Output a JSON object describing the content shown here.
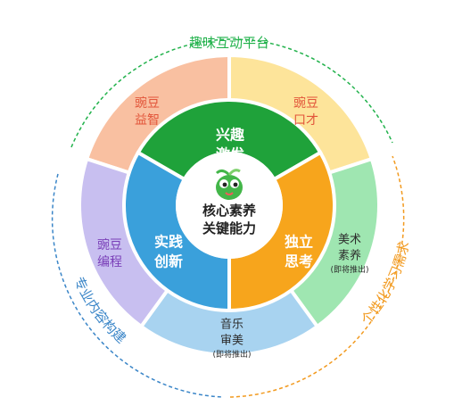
{
  "outer_ring": {
    "top": "趣味互动平台",
    "left": "专业内容构建",
    "right": "个性化学习需求"
  },
  "center": {
    "line1": "核心素养",
    "line2": "关键能力"
  },
  "inner_ring": {
    "top": {
      "line1": "兴趣",
      "line2": "激发"
    },
    "right": {
      "line1": "独立",
      "line2": "思考"
    },
    "left": {
      "line1": "实践",
      "line2": "创新"
    }
  },
  "middle_ring": {
    "top_left": {
      "line1": "豌豆",
      "line2": "益智"
    },
    "top_right": {
      "line1": "豌豆",
      "line2": "口才"
    },
    "left": {
      "line1": "豌豆",
      "line2": "编程"
    },
    "right": {
      "line1": "美术",
      "line2": "素养",
      "note": "(即将推出)"
    },
    "bottom": {
      "line1": "音乐",
      "line2": "审美",
      "note": "(即将推出)"
    }
  },
  "colors": {
    "top_platform": "#22b24c",
    "left_platform": "#3b86c8",
    "right_platform": "#f29a1f",
    "inner_green": "#1fa23a",
    "inner_orange": "#f7a51c",
    "inner_blue": "#3aa0db",
    "seg_salmon": "#f9c0a1",
    "seg_yellow": "#fde49a",
    "seg_lavender": "#c8bff0",
    "seg_mint": "#9fe6b1",
    "seg_skyblue": "#a8d3f0"
  }
}
